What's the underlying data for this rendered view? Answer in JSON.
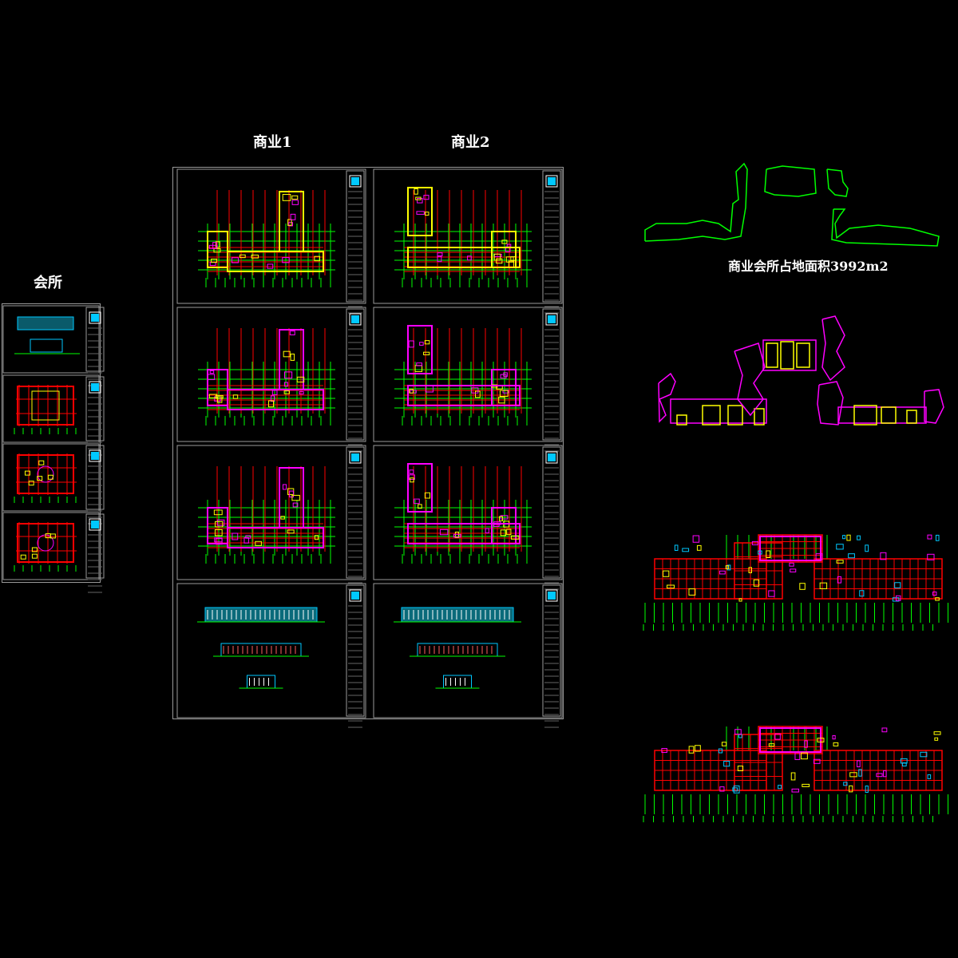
{
  "labels": {
    "clubhouse": "会所",
    "commercial_1": "商业1",
    "commercial_2": "商业2",
    "site_area_caption": "商业会所占地面积3992m2"
  },
  "colors": {
    "background": "#000000",
    "frame": "#9a9a9a",
    "wall_red": "#ff0000",
    "axis_green": "#00ff00",
    "room_yellow": "#ffff00",
    "room_magenta": "#ff00ff",
    "elevation_cyan": "#00c8ff",
    "outline_green": "#00ff00"
  },
  "sheets": {
    "clubhouse": [
      "elevation",
      "roof-plan",
      "floor-plan-2",
      "floor-plan-1"
    ],
    "commercial_1": [
      "floor-plan-1",
      "floor-plan-2",
      "floor-plan-3",
      "elevations"
    ],
    "commercial_2": [
      "floor-plan-1",
      "floor-plan-2",
      "floor-plan-3",
      "elevations"
    ]
  }
}
